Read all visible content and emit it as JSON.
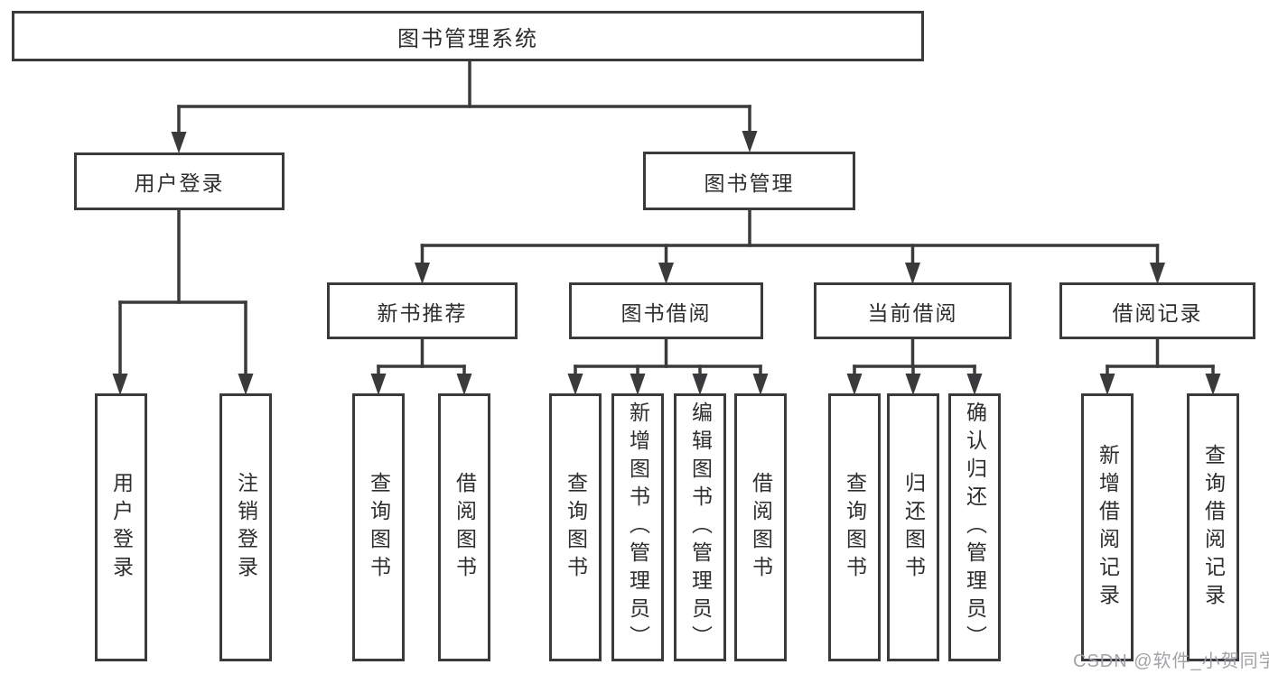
{
  "diagram": {
    "type": "hierarchy-tree",
    "tree": {
      "label": "图书管理系统",
      "children": [
        {
          "label": "用户登录",
          "children": [
            {
              "label": "用户登录"
            },
            {
              "label": "注销登录"
            }
          ]
        },
        {
          "label": "图书管理",
          "children": [
            {
              "label": "新书推荐",
              "children": [
                {
                  "label": "查询图书"
                },
                {
                  "label": "借阅图书"
                }
              ]
            },
            {
              "label": "图书借阅",
              "children": [
                {
                  "label": "查询图书"
                },
                {
                  "label": "新增图书（管理员）"
                },
                {
                  "label": "编辑图书（管理员）"
                },
                {
                  "label": "借阅图书"
                }
              ]
            },
            {
              "label": "当前借阅",
              "children": [
                {
                  "label": "查询图书"
                },
                {
                  "label": "归还图书"
                },
                {
                  "label": "确认归还（管理员）"
                }
              ]
            },
            {
              "label": "借阅记录",
              "children": [
                {
                  "label": "新增借阅记录"
                },
                {
                  "label": "查询借阅记录"
                }
              ]
            }
          ]
        }
      ]
    },
    "watermark": "CSDN @软件_小贺同学",
    "colors": {
      "line": "#3a3a3c",
      "text": "#2e2e30",
      "box_fill": "#ffffff",
      "watermark": "#9e9ea3",
      "background": "#ffffff"
    }
  }
}
